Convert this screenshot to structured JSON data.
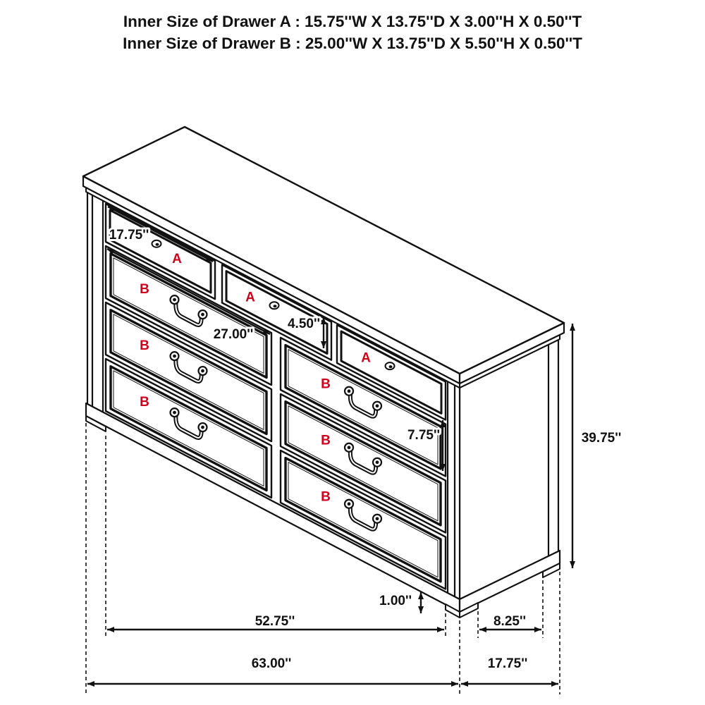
{
  "header": {
    "line1": "Inner Size of Drawer A : 15.75''W X 13.75''D X 3.00''H X 0.50''T",
    "line2": "Inner Size of Drawer B : 25.00''W X 13.75''D X 5.50''H X 0.50''T"
  },
  "drawers": {
    "top_row": [
      "A",
      "A",
      "A"
    ],
    "left_column": [
      "B",
      "B",
      "B"
    ],
    "right_column": [
      "B",
      "B",
      "B"
    ]
  },
  "dimensions": {
    "drawer_a_width": "17.75''",
    "drawer_b_width": "27.00''",
    "drawer_a_height": "4.50''",
    "drawer_b_height": "7.75''",
    "overall_height": "39.75''",
    "leg_height": "1.00''",
    "inner_width": "52.75''",
    "leg_depth": "8.25''",
    "overall_width": "63.00''",
    "overall_depth": "17.75''"
  },
  "colors": {
    "drawer_label": "#d0021b",
    "line": "#111111"
  }
}
